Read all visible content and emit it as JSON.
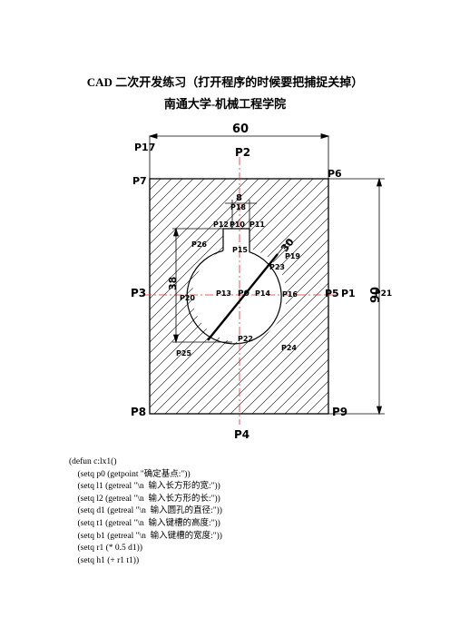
{
  "document": {
    "title": "CAD 二次开发练习（打开程序的时候要把捕捉关掉）",
    "subtitle": "南通大学-机械工程学院"
  },
  "drawing": {
    "dim_width": "60",
    "dim_height": "90",
    "dim_slot_height": "38",
    "dim_slot_width": "8",
    "dim_diameter": "30",
    "points": {
      "P0": "P0",
      "P1": "P1",
      "P2": "P2",
      "P3": "P3",
      "P4": "P4",
      "P5": "P5",
      "P6": "P6",
      "P7": "P7",
      "P8": "P8",
      "P9": "P9",
      "P10": "P10",
      "P11": "P11",
      "P12": "P12",
      "P13": "P13",
      "P14": "P14",
      "P15": "P15",
      "P16": "P16",
      "P17": "P17",
      "P18": "P18",
      "P19": "P19",
      "P20": "P20",
      "P21": "P21",
      "P22": "P22",
      "P23": "P23",
      "P24": "P24",
      "P25": "P25",
      "P26": "P26"
    }
  },
  "code": [
    "(defun c:lx1()",
    "    (setq p0 (getpoint \"确定基点:\"))",
    "    (setq l1 (getreal \"\\n  输入长方形的宽:\"))",
    "    (setq l2 (getreal \"\\n  输入长方形的长:\"))",
    "    (setq d1 (getreal \"\\n  输入圆孔的直径:\"))",
    "    (setq t1 (getreal \"\\n  输入键槽的高度:\"))",
    "    (setq b1 (getreal \"\\n  输入键槽的宽度:\"))",
    "    (setq r1 (* 0.5 d1))",
    "    (setq h1 (+ r1 t1))"
  ]
}
